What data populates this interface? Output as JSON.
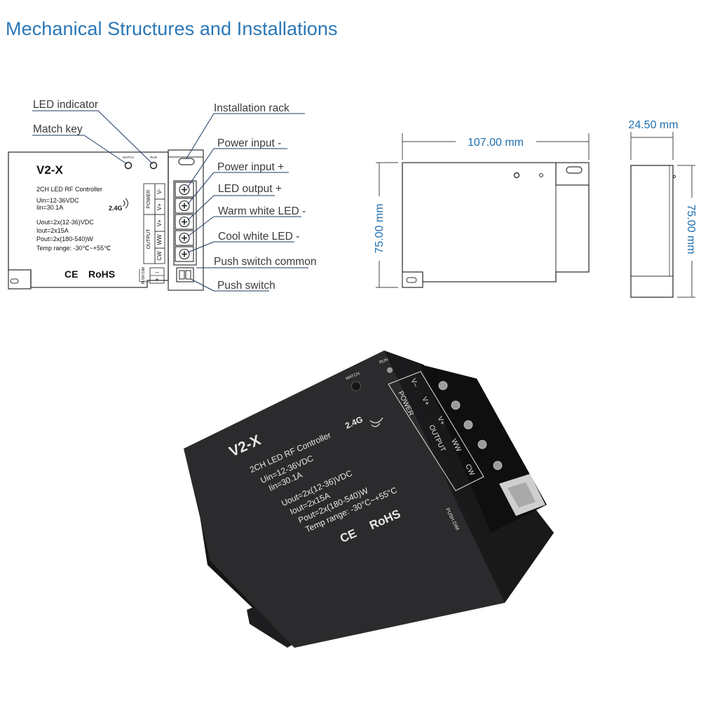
{
  "page": {
    "title": "Mechanical Structures and Installations"
  },
  "callouts": {
    "led_indicator": "LED indicator",
    "match_key": "Match key",
    "installation_rack": "Installation rack",
    "power_input_neg": "Power input -",
    "power_input_pos": "Power input +",
    "led_output_pos": "LED output +",
    "warm_white_neg": "Warm white LED -",
    "cool_white_neg": "Cool white LED -",
    "push_switch_common": "Push switch common",
    "push_switch": "Push switch"
  },
  "device": {
    "model": "V2-X",
    "subtitle": "2CH LED RF Controller",
    "uin": "Uin=12-36VDC",
    "iin": "Iin=30.1A",
    "uout": "Uout=2x(12-36)VDC",
    "iout": "Iout=2x15A",
    "pout": "Pout=2x(180-540)W",
    "temp": "Temp range: -30℃~+55℃",
    "frequency": "2.4G",
    "ce": "CE",
    "rohs": "RoHS",
    "match_label": "MATCH",
    "run_label": "RUN",
    "power_group": "POWER",
    "output_group": "OUTPUT",
    "terminal_vneg": "V-",
    "terminal_vpos": "V+",
    "terminal_vpos_out": "V+",
    "terminal_ww": "WW",
    "terminal_cw": "CW",
    "push_dim": "PUSH DIM",
    "push_minus": "–",
    "push_plus": "+"
  },
  "photo": {
    "model": "V2-X",
    "subtitle": "2CH LED RF Controller",
    "uin": "Uin=12-36VDC",
    "iin": "Iin=30.1A",
    "uout": "Uout=2x(12-36)VDC",
    "iout": "Iout=2x15A",
    "pout": "Pout=2x(180-540)W",
    "temp": "Temp range: -30°C~+55°C",
    "frequency": "2.4G",
    "ce": "CE",
    "rohs": "RoHS",
    "match_label": "MATCH",
    "run_label": "RUN",
    "power_group": "POWER",
    "output_group": "OUTPUT",
    "terminal_vneg": "V–",
    "terminal_vpos": "V+",
    "terminal_vpos_out": "V+",
    "terminal_ww": "WW",
    "terminal_cw": "CW",
    "push_dim": "PUSH DIM"
  },
  "dimensions": {
    "length": "107.00 mm",
    "height_front": "75.00 mm",
    "depth": "24.50 mm",
    "height_side": "75.00 mm"
  },
  "colors": {
    "accent": "#2a77b6",
    "dimension": "#1f6fae",
    "housing_photo": "#2b2b2d"
  }
}
